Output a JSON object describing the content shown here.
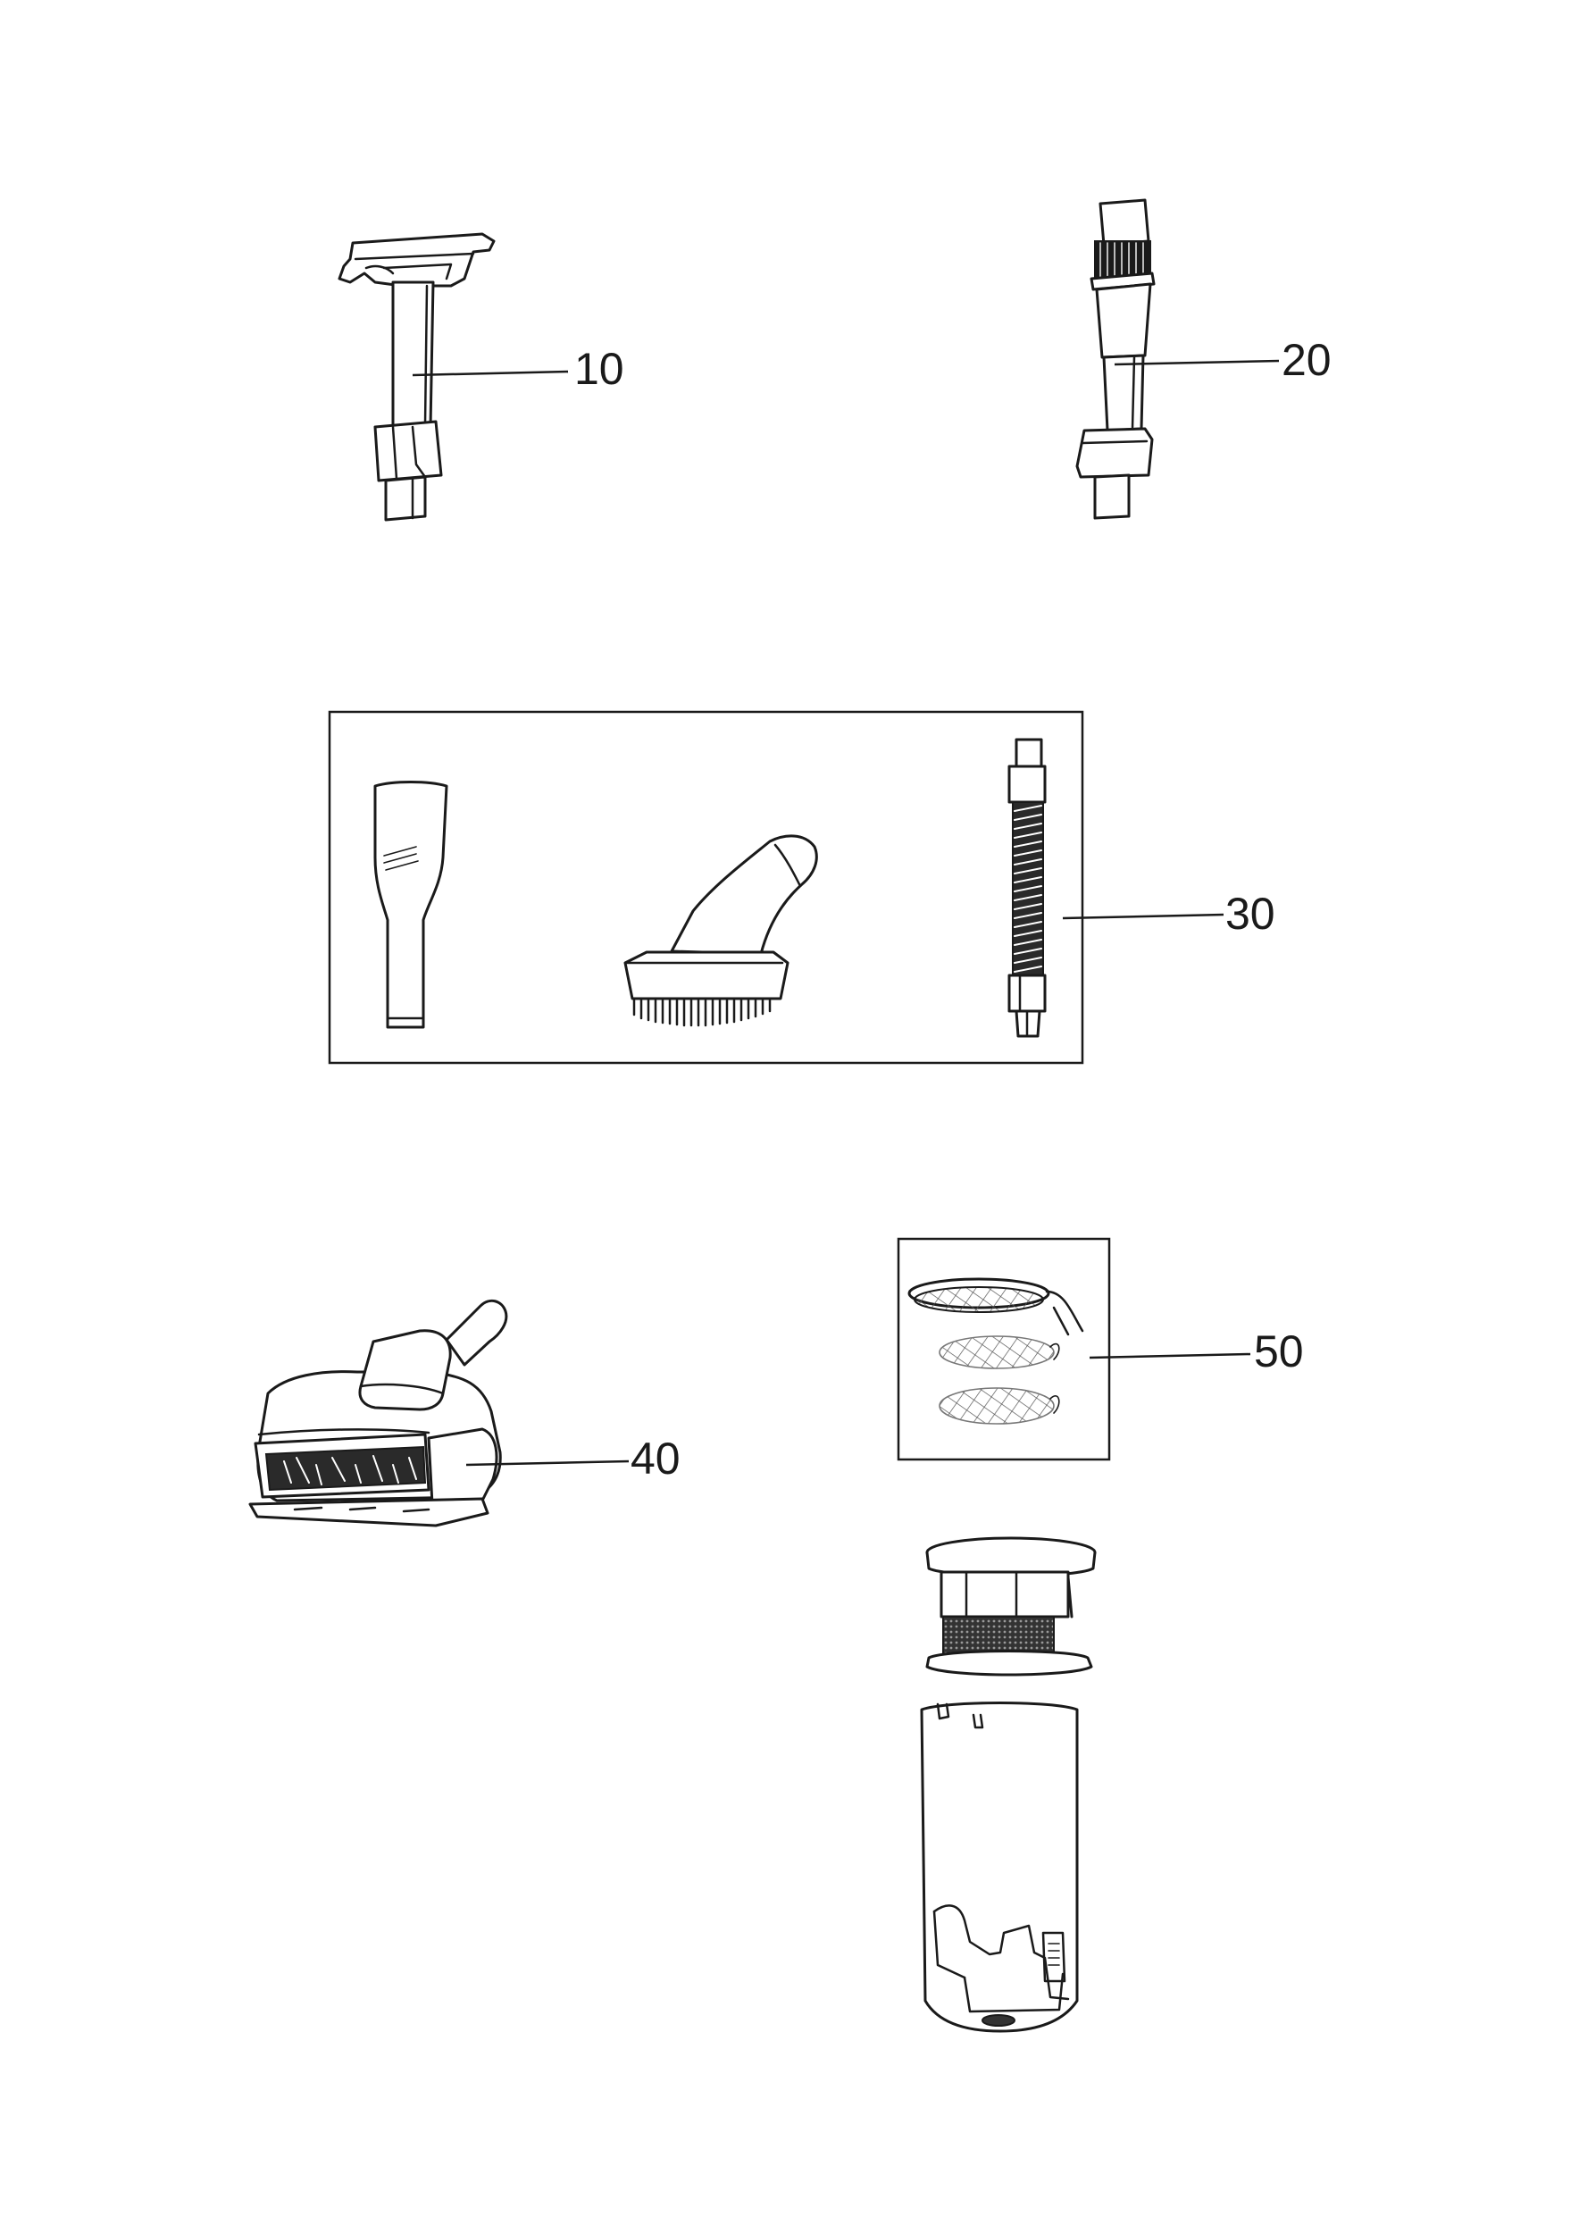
{
  "labels": {
    "part_10": "10",
    "part_20": "20",
    "part_30": "30",
    "part_40": "40",
    "part_50": "50"
  },
  "colors": {
    "line": "#1a1a1a",
    "fill": "#ffffff",
    "mesh": "#555555"
  }
}
